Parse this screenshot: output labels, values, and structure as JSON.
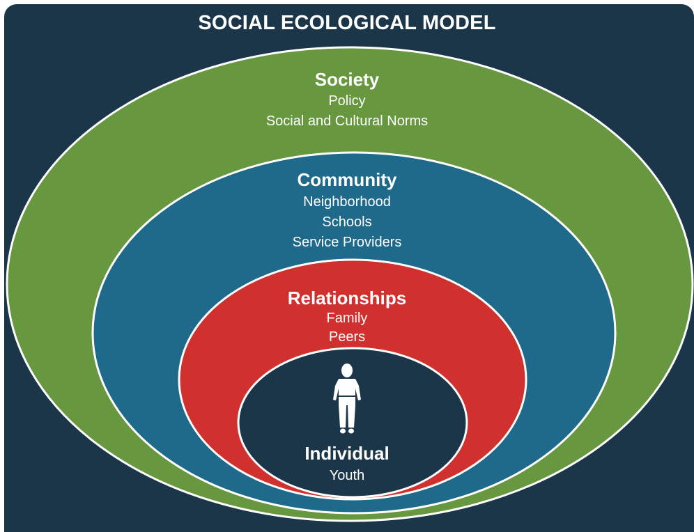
{
  "title": "SOCIAL ECOLOGICAL MODEL",
  "colors": {
    "navy": "#1b3549",
    "green": "#67973f",
    "teal": "#1f6a8a",
    "red": "#d1312e",
    "outline": "#ffffff"
  },
  "levels": [
    {
      "name": "Society",
      "items": [
        "Policy",
        "Social and Cultural Norms"
      ],
      "color": "#67973f"
    },
    {
      "name": "Community",
      "items": [
        "Neighborhood",
        "Schools",
        "Service Providers"
      ],
      "color": "#1f6a8a"
    },
    {
      "name": "Relationships",
      "items": [
        "Family",
        "Peers"
      ],
      "color": "#d1312e"
    },
    {
      "name": "Individual",
      "items": [
        "Youth"
      ],
      "color": "#1b3549",
      "icon": "person-icon"
    }
  ]
}
